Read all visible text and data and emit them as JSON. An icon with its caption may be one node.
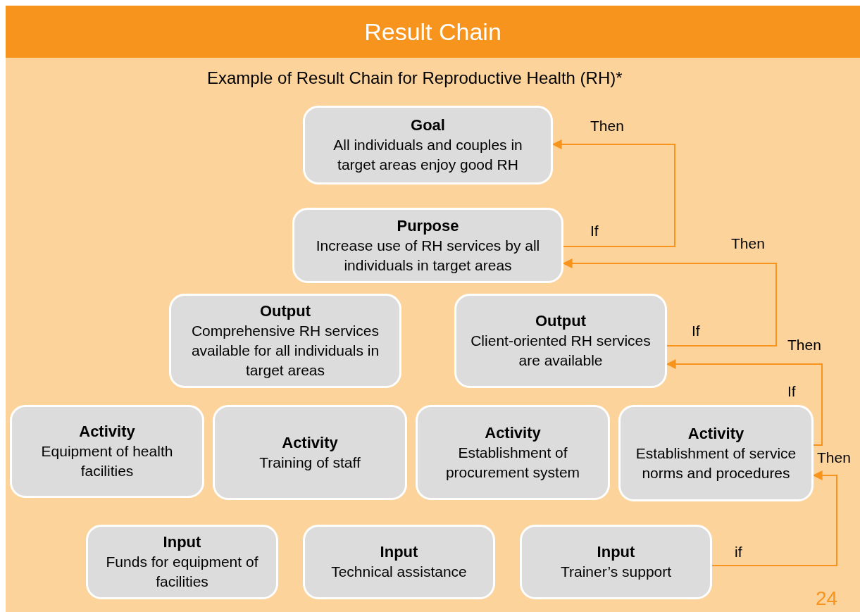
{
  "diagram": {
    "title": "Result Chain",
    "nodes": [
      {
        "text": [
          "Goal",
          "All individuals and couples in target areas enjoy good RH"
        ]
      },
      {
        "text": [
          "Purpose",
          "Increase use of RH services by all individuals in target areas"
        ]
      },
      {
        "text": [
          "Output",
          "Comprehensive RH services available for all individuals in target areas"
        ]
      },
      {
        "text": [
          "Output",
          "Client-oriented RH services are available"
        ]
      },
      {
        "text": [
          "Activity",
          "Equipment of health facilities"
        ]
      },
      {
        "text": [
          "Activity",
          "Training of staff"
        ]
      },
      {
        "text": [
          "Activity",
          "Establishment of procurement system"
        ]
      },
      {
        "text": [
          "Activity",
          "Establishment of service norms and procedures"
        ]
      },
      {
        "text": [
          "Input",
          "Funds for equipment of facilities"
        ]
      },
      {
        "text": [
          "Input",
          "Technical assistance"
        ]
      },
      {
        "text": [
          "Input",
          "Trainer’s support"
        ]
      }
    ],
    "edges": [
      {
        "from": 1,
        "to": 0,
        "arrow": "to",
        "color": "#f7941d"
      },
      {
        "from": 3,
        "to": 1,
        "arrow": "to",
        "color": "#f7941d"
      },
      {
        "from": 7,
        "to": 3,
        "arrow": "to",
        "color": "#f7941d"
      },
      {
        "from": 10,
        "to": 7,
        "arrow": "to",
        "color": "#f7941d"
      }
    ],
    "labels": [
      "Example of Result Chain for Reproductive Health (RH)*",
      "Then",
      "If",
      "Then",
      "If",
      "Then",
      "If",
      "Then",
      "if",
      "24"
    ]
  }
}
